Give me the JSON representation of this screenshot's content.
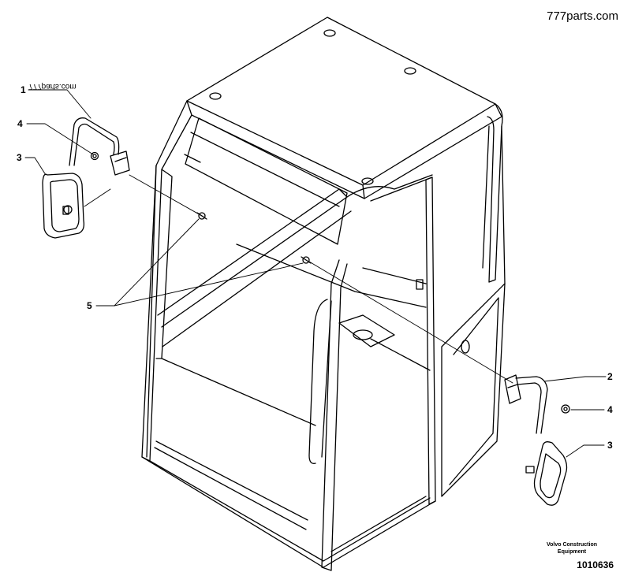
{
  "watermark": "777parts.com",
  "callouts": {
    "c1": "1",
    "c4_left": "4",
    "c3_left": "3",
    "c5": "5",
    "c2": "2",
    "c4_right": "4",
    "c3_right": "3"
  },
  "footer": {
    "maker": "Volvo Construction Equipment",
    "doc_number": "1010636"
  },
  "colors": {
    "line": "#000000",
    "background": "#ffffff"
  }
}
